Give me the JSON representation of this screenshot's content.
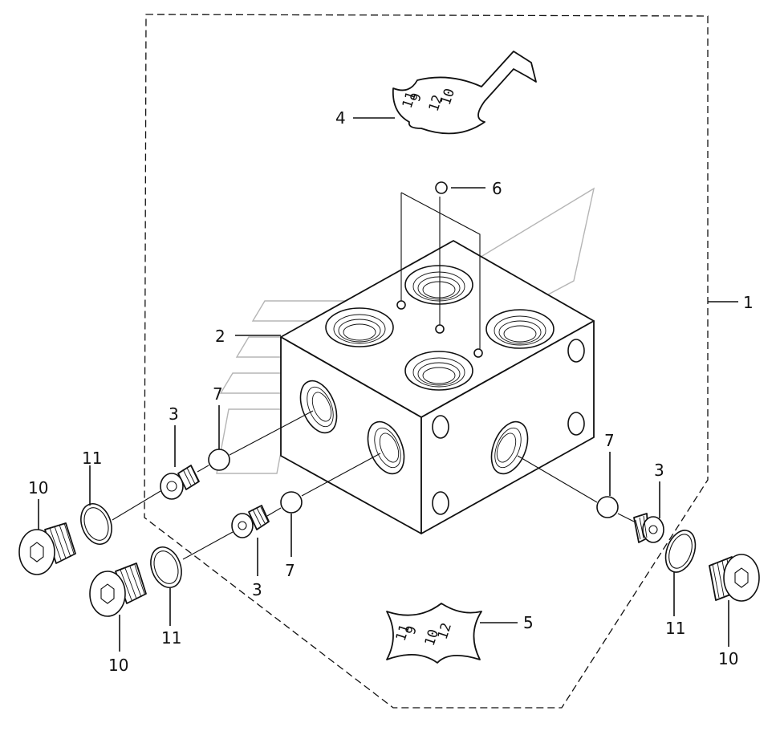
{
  "callouts": {
    "assembly": "1",
    "block": "2",
    "plug_left": "3",
    "plug_bottom": "3",
    "plug_right": "3",
    "plate_top": "4",
    "plate_bottom": "5",
    "ball_top": "6",
    "ball_left": "7",
    "ball_bottom": "7",
    "ball_right": "7",
    "cap_left_top": "10",
    "cap_left_bottom": "10",
    "cap_right": "10",
    "ring_left_top": "11",
    "ring_left_bottom": "11",
    "ring_right": "11"
  },
  "plate_top_marks": [
    "11",
    "9",
    "12",
    "10"
  ],
  "plate_bottom_marks": [
    "11",
    "9",
    "10",
    "12"
  ]
}
